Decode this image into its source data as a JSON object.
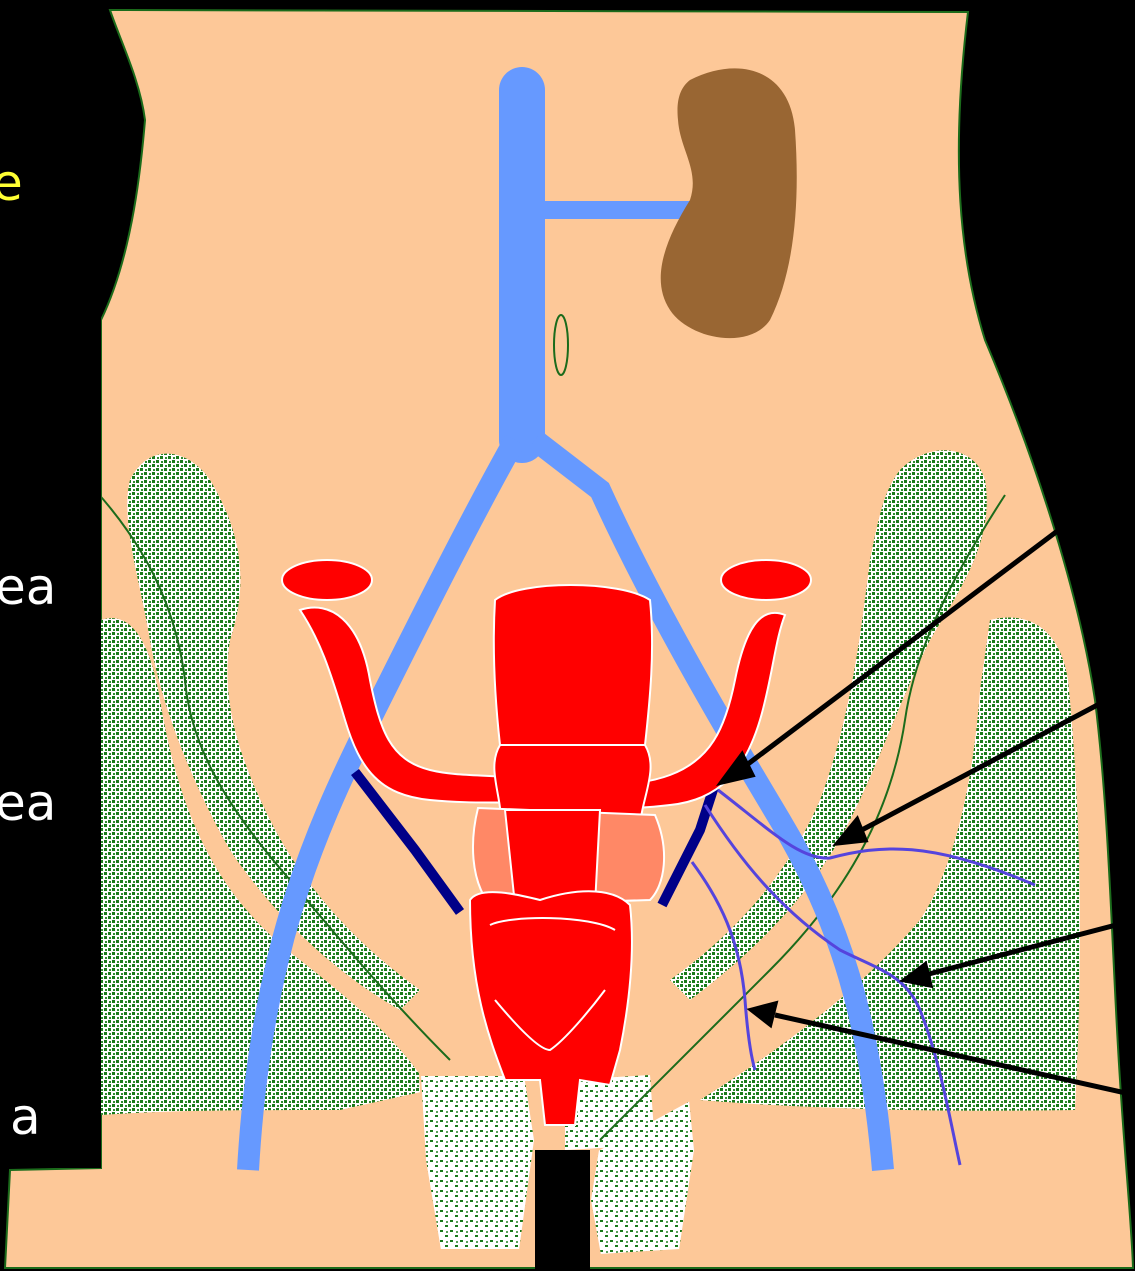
{
  "colors": {
    "background": "#000000",
    "body": "#FDC898",
    "outline": "#1B6B1B",
    "vessel": "#6699FF",
    "vessel_dark": "#000088",
    "nerve": "#5544DD",
    "organ": "#FF0000",
    "organ_light": "#FF8866",
    "kidney": "#996633",
    "muscle_dots": "#1A7A1A",
    "label_yellow": "#FFFF33",
    "label_white": "#FFFFFF",
    "arrow": "#000000"
  },
  "clipped_labels": [
    {
      "text": "e",
      "color": "#FFFF33"
    },
    {
      "text": "ea",
      "color": "#FFFFFF"
    },
    {
      "text": "ea",
      "color": "#FFFFFF"
    },
    {
      "text": "a",
      "color": "#FFFFFF"
    }
  ],
  "icons": {
    "kidney": "kidney-shape",
    "uterus": "uterus-shape",
    "ovaries": "ovary-ellipse",
    "muscle": "dotted-muscle-region"
  }
}
